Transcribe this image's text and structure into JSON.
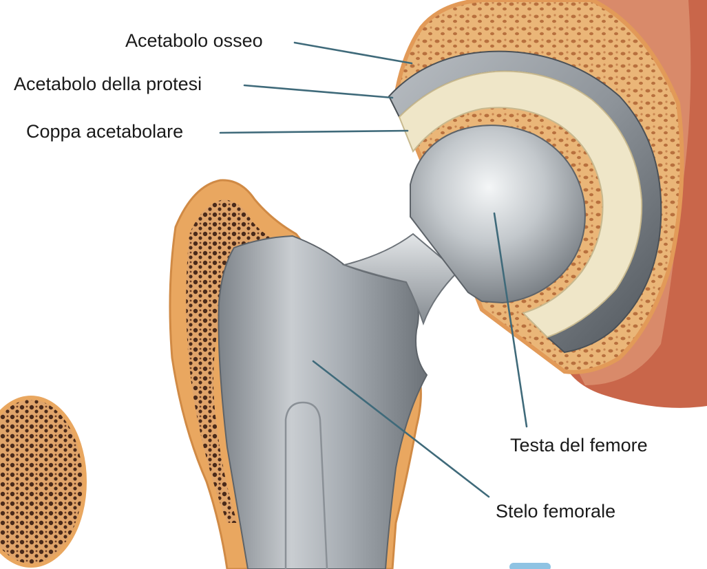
{
  "labels": {
    "acetabolo_osseo": "Acetabolo osseo",
    "acetabolo_protesi": "Acetabolo della protesi",
    "coppa_acetabolare": "Coppa acetabolare",
    "testa_femore": "Testa del femore",
    "stelo_femorale": "Stelo femorale"
  },
  "colors": {
    "bone_outer": "#e9a760",
    "bone_inner": "#f3c98c",
    "spongy_dark": "#3a2418",
    "pelvis_flesh": "#c9664a",
    "metal_light": "#d4d8dc",
    "metal_dark": "#7c8288",
    "liner": "#efe6c8",
    "leader_line": "#3f6a7a"
  }
}
